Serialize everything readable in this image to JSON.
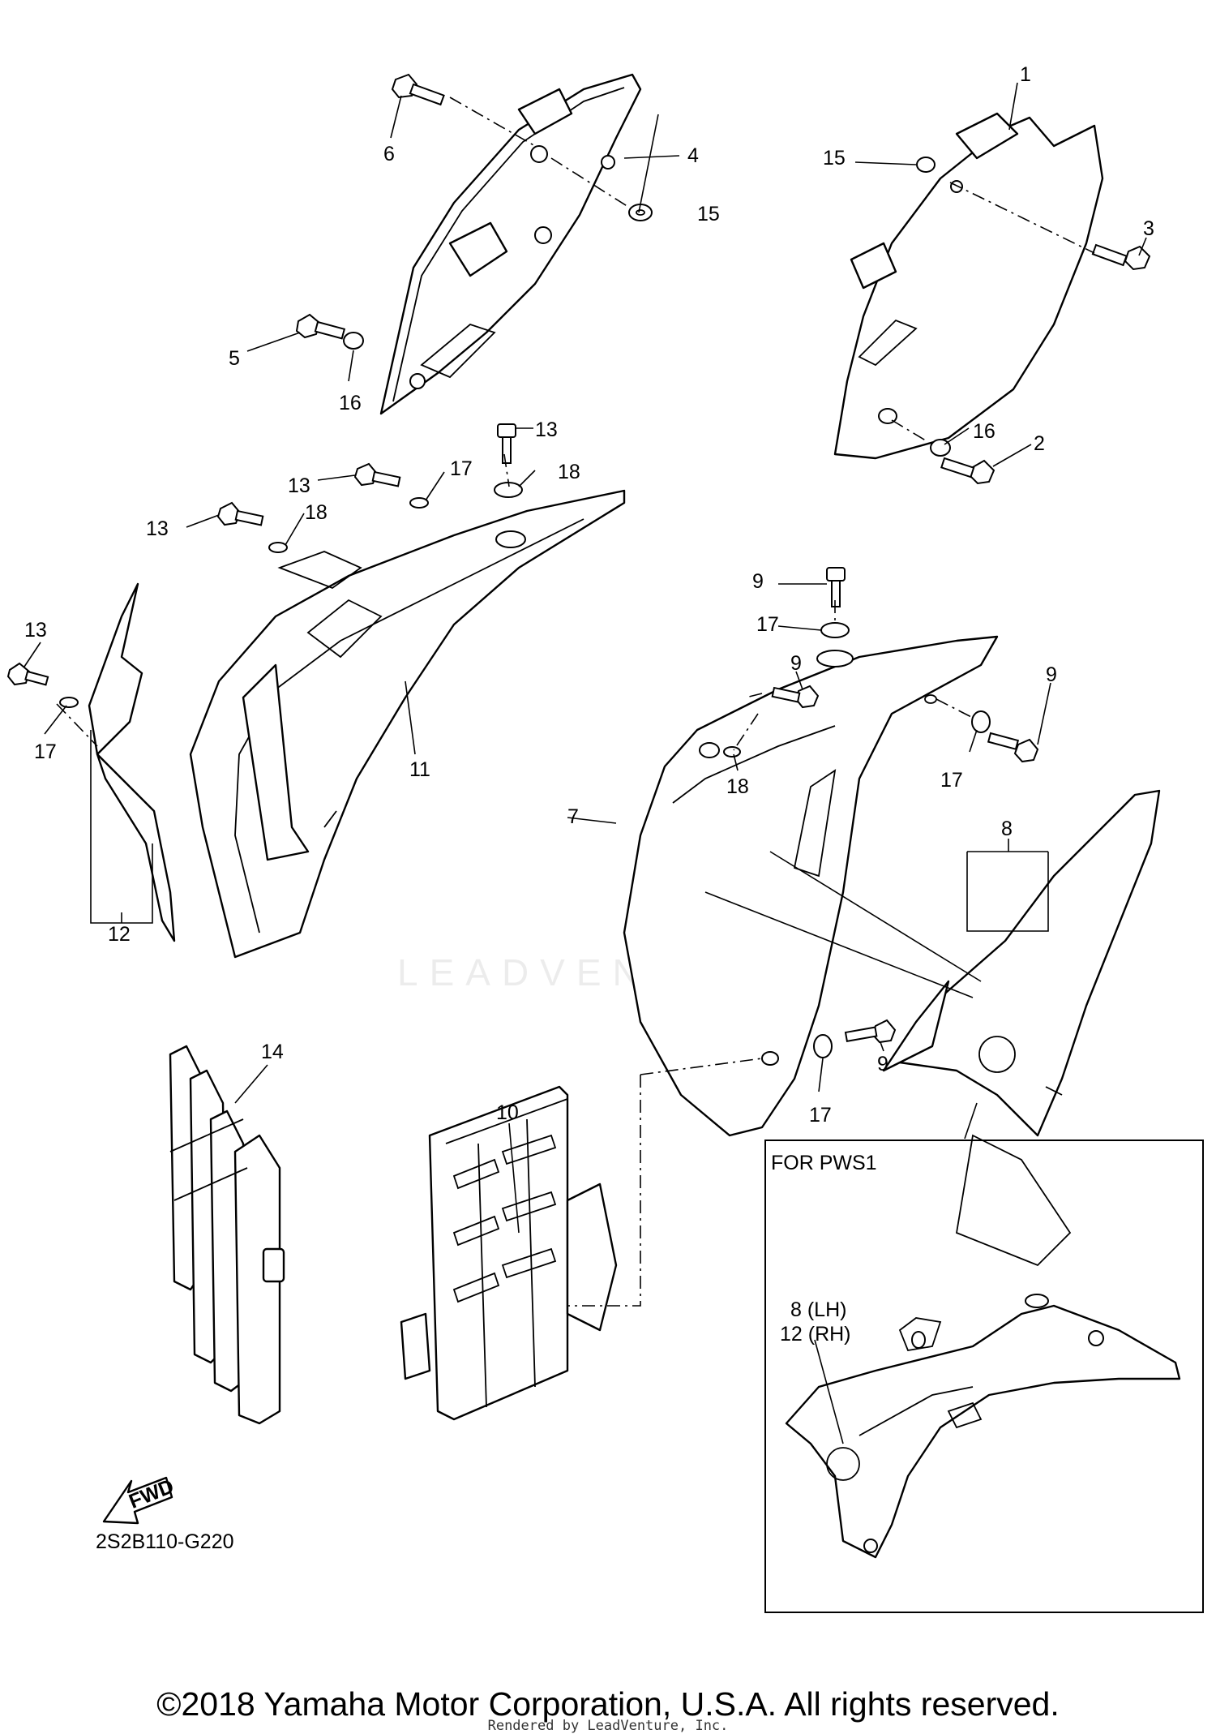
{
  "diagram": {
    "callouts": {
      "c1": "1",
      "c2": "2",
      "c3": "3",
      "c4": "4",
      "c5": "5",
      "c6": "6",
      "c7": "7",
      "c8": "8",
      "c9a": "9",
      "c9b": "9",
      "c9c": "9",
      "c9d": "9",
      "c10": "10",
      "c11": "11",
      "c12": "12",
      "c13a": "13",
      "c13b": "13",
      "c13c": "13",
      "c13d": "13",
      "c14": "14",
      "c15a": "15",
      "c15b": "15",
      "c16a": "16",
      "c16b": "16",
      "c17a": "17",
      "c17b": "17",
      "c17c": "17",
      "c17d": "17",
      "c17e": "17",
      "c18a": "18",
      "c18b": "18",
      "c18c": "18"
    },
    "fwd_arrow_text": "FWD",
    "inset": {
      "title": "FOR PWS1",
      "label_1": "8  (LH)",
      "label_2": "12 (RH)"
    },
    "reference_code": "2S2B110-G220"
  },
  "watermark": "LEADVENTURE",
  "footer": {
    "copyright": "©2018 Yamaha Motor Corporation, U.S.A. All rights reserved.",
    "render_credit": "Rendered by LeadVenture, Inc."
  }
}
